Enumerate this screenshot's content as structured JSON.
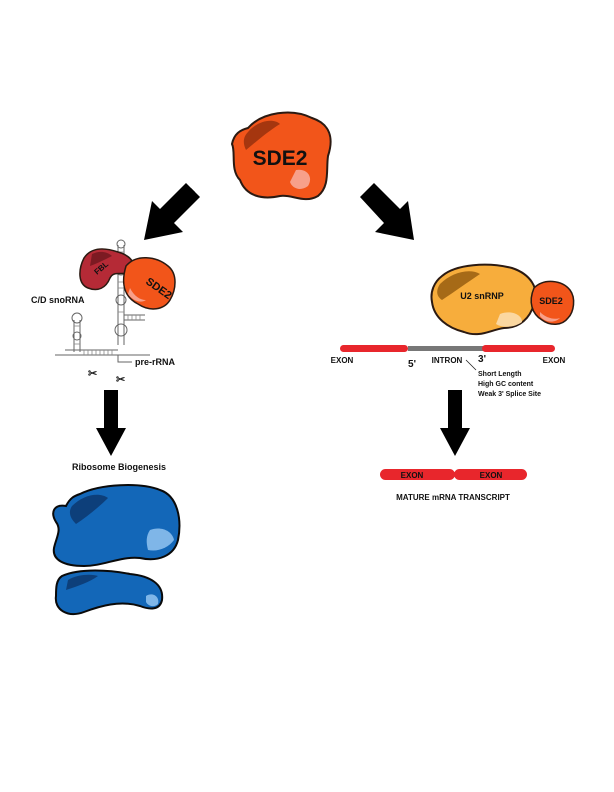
{
  "top": {
    "label": "SDE2"
  },
  "left_branch": {
    "fbl_label": "FBL",
    "sde2_label": "SDE2",
    "snorna_label": "C/D snoRNA",
    "prerna_label": "pre-rRNA",
    "outcome_label": "Ribosome Biogenesis"
  },
  "right_branch": {
    "u2_label": "U2 snRNP",
    "sde2_label": "SDE2",
    "exon_left": "EXON",
    "exon_right": "EXON",
    "five_prime": "5'",
    "three_prime": "3'",
    "intron_label": "INTRON",
    "intron_notes": [
      "Short Length",
      "High GC content",
      "Weak 3' Splice Site"
    ],
    "mature_exon_1": "EXON",
    "mature_exon_2": "EXON",
    "outcome_label": "MATURE mRNA TRANSCRIPT"
  },
  "colors": {
    "sde2_orange": "#f2551a",
    "fbl_red": "#b52a36",
    "u2_orange": "#f7ad3c",
    "exon_red": "#e8262c",
    "intron_gray": "#777777",
    "ribosome_blue": "#1367b8",
    "arrow": "#000000"
  }
}
